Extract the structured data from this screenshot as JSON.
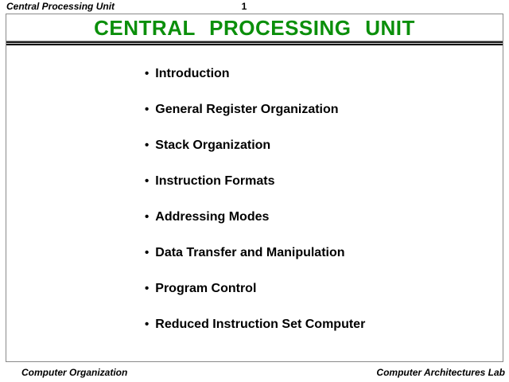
{
  "page": {
    "header_left": "Central Processing Unit",
    "page_number": "1",
    "footer_left": "Computer Organization",
    "footer_right": "Computer Architectures Lab"
  },
  "slide": {
    "title": "CENTRAL PROCESSING UNIT",
    "title_color": "#0b8f0b",
    "bullet_char": "•",
    "topics": [
      "Introduction",
      "General Register Organization",
      "Stack Organization",
      "Instruction Formats",
      "Addressing Modes",
      "Data Transfer and Manipulation",
      "Program Control",
      "Reduced Instruction Set Computer"
    ]
  }
}
